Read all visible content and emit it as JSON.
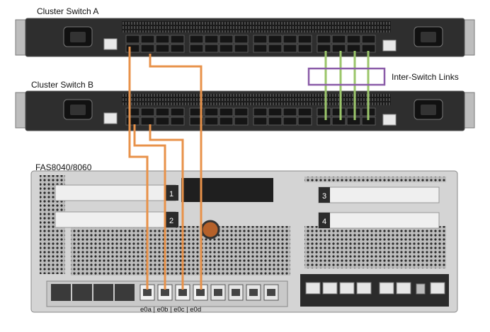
{
  "labels": {
    "switch_a": "Cluster Switch A",
    "switch_b": "Cluster Switch B",
    "controller": "FAS8040/8060",
    "isl": "Inter-Switch Links",
    "ports": "e0a | e0b | e0c | e0d"
  },
  "slots": [
    "1",
    "2",
    "3",
    "4"
  ],
  "colors": {
    "cluster_cable": "#E8924A",
    "isl_cable": "#9BC66A",
    "isl_box": "#8A5BA8",
    "chassis": "#2b2b2b",
    "controller_body": "#d9d9d9"
  }
}
